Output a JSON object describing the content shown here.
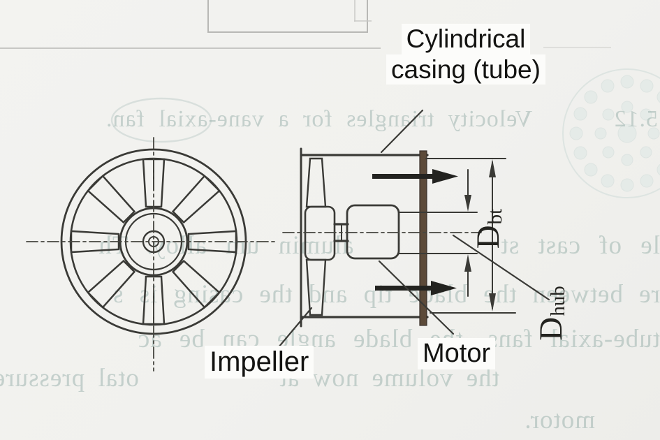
{
  "figure": {
    "type": "technical-diagram",
    "subject": "Tube-axial fan: impeller front view and cylindrical casing side section",
    "labels": {
      "casing": {
        "line1": "Cylindrical",
        "line2": "casing (tube)"
      },
      "impeller": "Impeller",
      "motor": "Motor",
      "dim_bt": {
        "symbol": "D",
        "subscript": "bt"
      },
      "dim_hub": {
        "symbol": "D",
        "subscript": "hub"
      }
    },
    "colors": {
      "ink": "#3a3a36",
      "arrow_fill": "#232320",
      "guide_wall": "#5c4a39",
      "paper": "#f1f1ee",
      "bleed_text": "#9fb5b0",
      "label_background": "#fcfcfa"
    }
  },
  "bleed_text": {
    "caption": "5.12      Velocity triangles for a vane-axial fan.",
    "line2": "le of cast st        alumin um alloy. Th",
    "line3": "re between the blade tip and the casing is s",
    "line4": "tube-axial fans, the blade angle can be ac",
    "line5": "the volume now at           otal pressure",
    "line6": "motor."
  }
}
